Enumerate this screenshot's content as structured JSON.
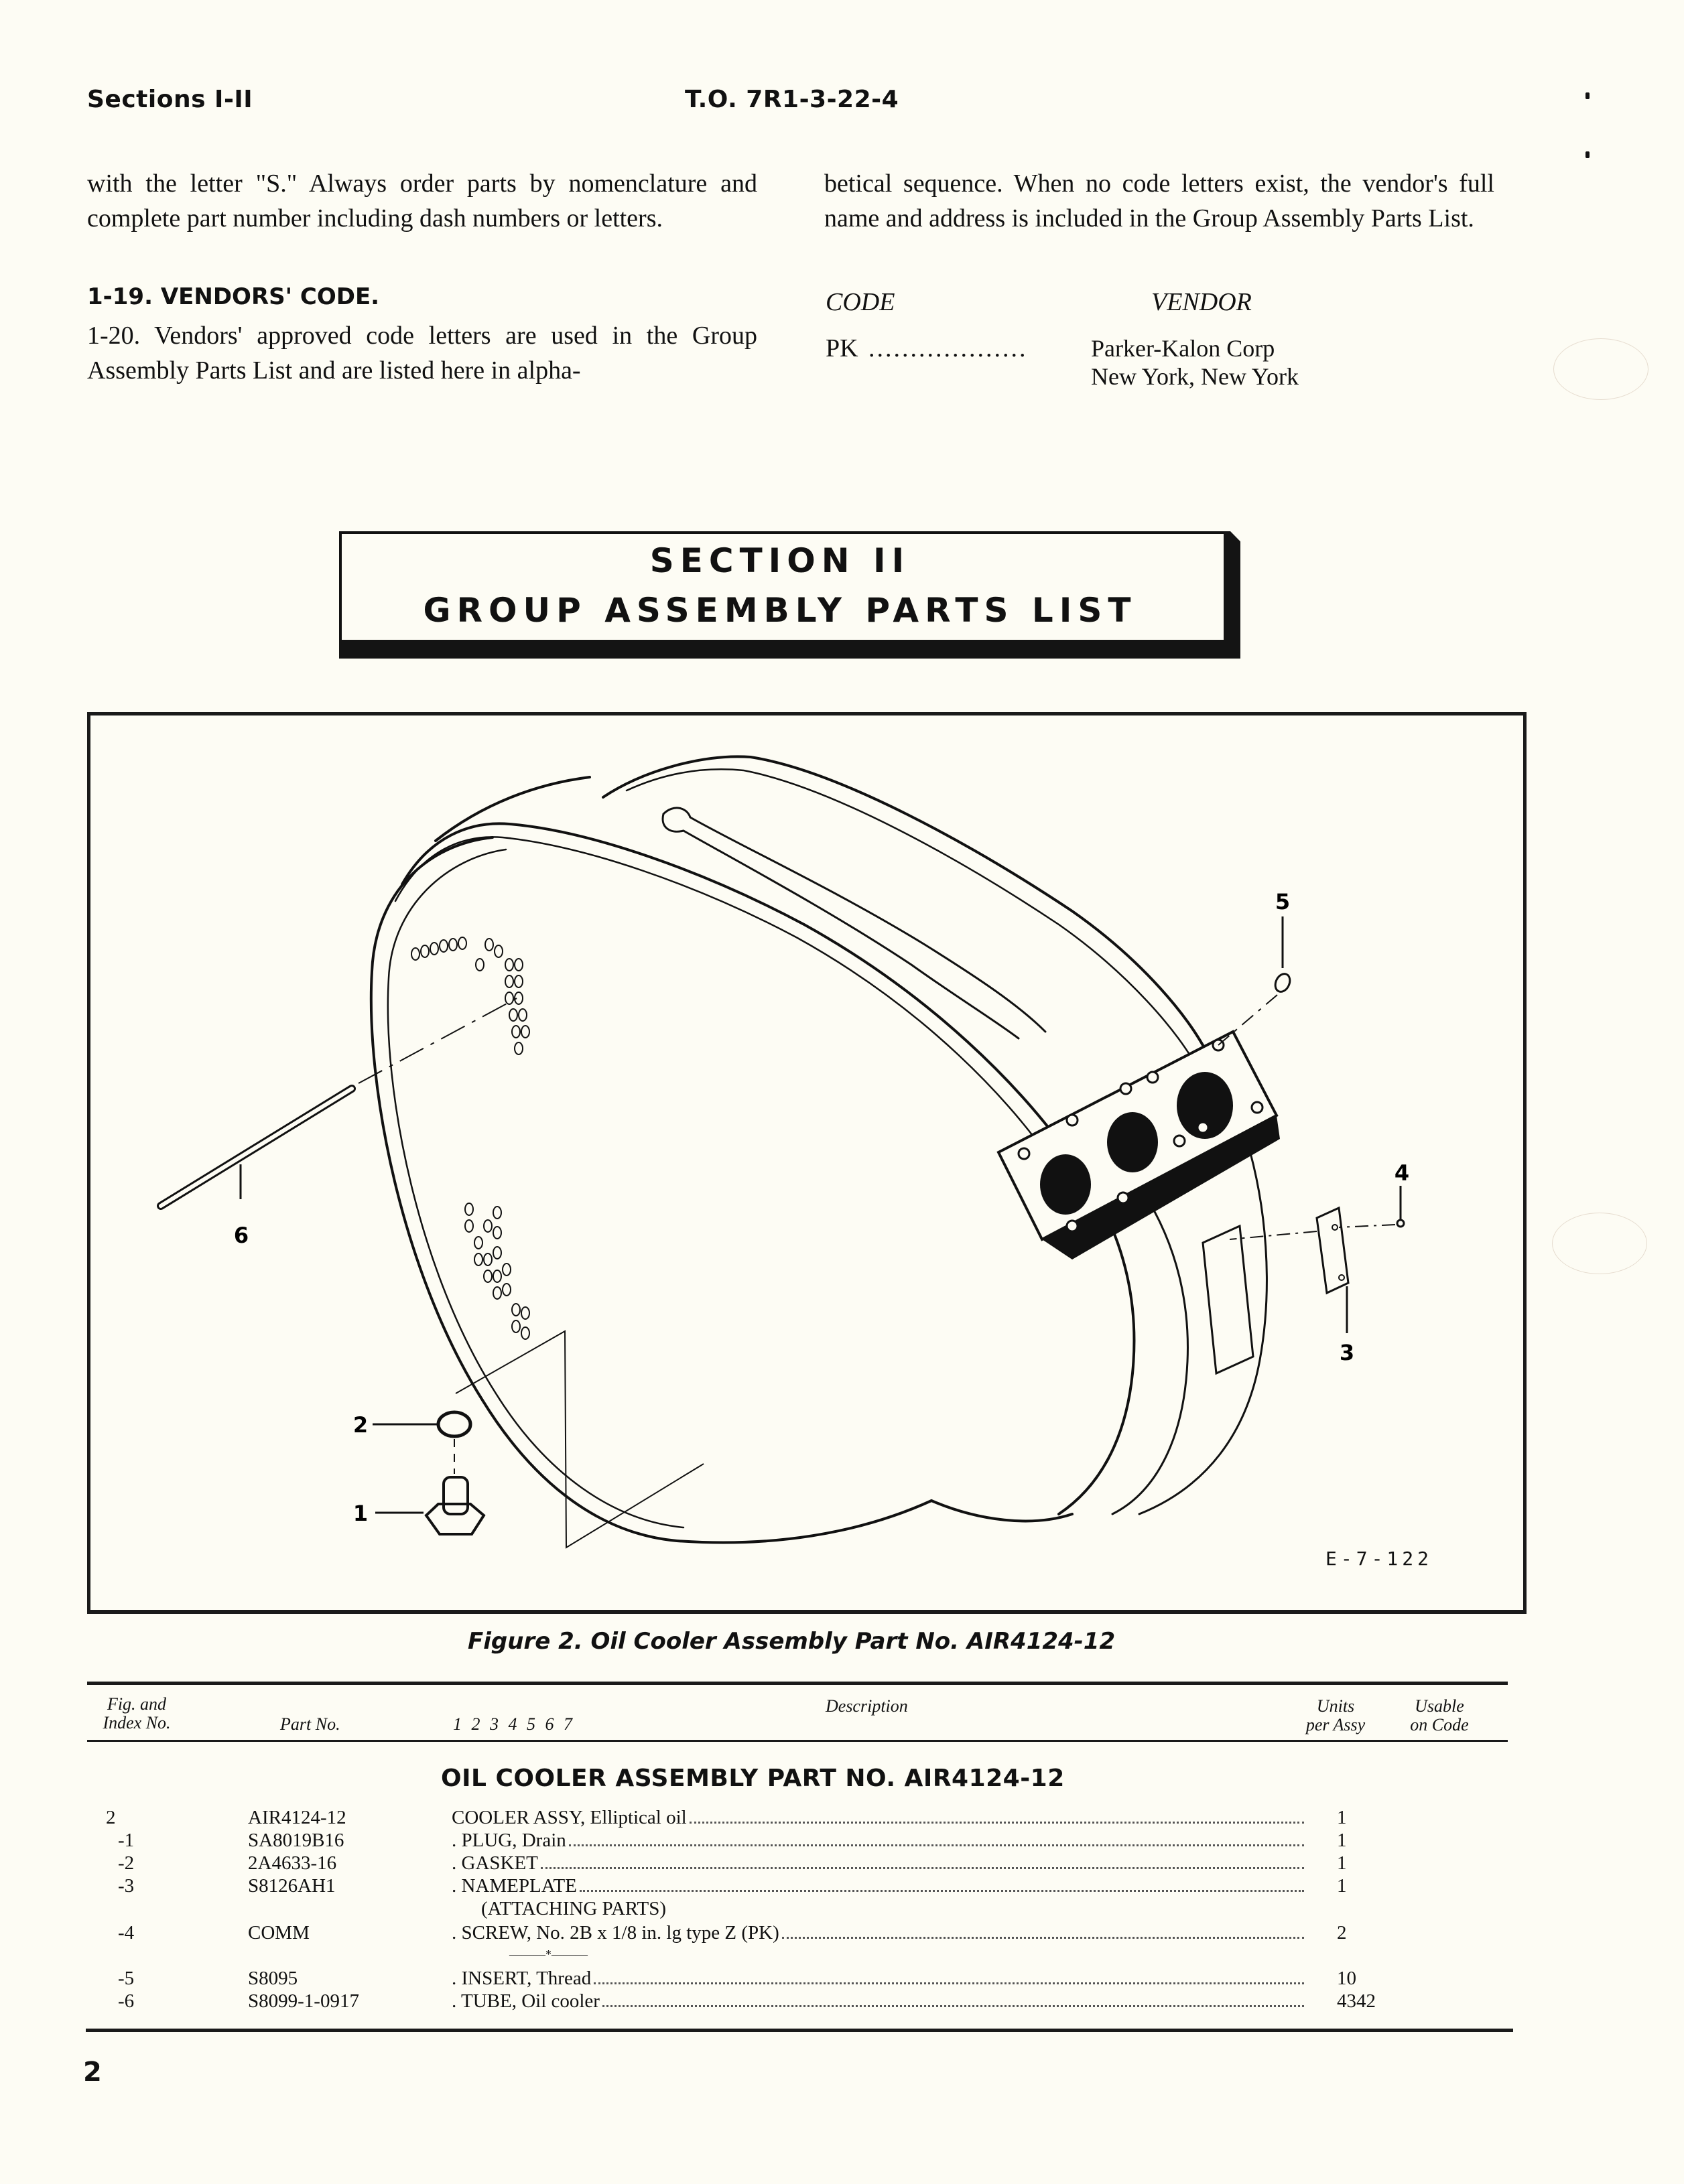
{
  "header": {
    "left": "Sections I-II",
    "center": "T.O. 7R1-3-22-4"
  },
  "intro": {
    "left_col": {
      "para_continued": "with the letter \"S.\" Always order parts by nomenclature and complete part number including dash numbers or letters.",
      "heading": "1-19. VENDORS' CODE.",
      "para_1_20": "1-20. Vendors' approved code letters are used in the Group Assembly Parts List and are listed here in alpha-"
    },
    "right_col": {
      "para_continued": "betical sequence. When no code letters exist, the vendor's full name and address is included in the Group Assembly Parts List.",
      "code_header": "CODE",
      "vendor_header": "VENDOR",
      "vendors": [
        {
          "code": "PK",
          "leader": "...................",
          "name": "Parker-Kalon Corp",
          "address": "New York, New York"
        }
      ]
    }
  },
  "section": {
    "line1": "SECTION II",
    "line2": "GROUP ASSEMBLY PARTS LIST"
  },
  "figure": {
    "callouts": [
      "1",
      "2",
      "3",
      "4",
      "5",
      "6"
    ],
    "drawing_id": "E-7-122",
    "caption": "Figure 2.  Oil Cooler Assembly Part No. AIR4124-12"
  },
  "table": {
    "headers": {
      "fig_index_1": "Fig. and",
      "fig_index_2": "Index No.",
      "part_no": "Part No.",
      "indent_levels": "1 2 3 4 5 6 7",
      "description": "Description",
      "units_1": "Units",
      "units_2": "per Assy",
      "usable_1": "Usable",
      "usable_2": "on Code"
    },
    "assembly_title": "OIL COOLER ASSEMBLY PART NO. AIR4124-12",
    "rows": [
      {
        "index": "2",
        "part_no": "AIR4124-12",
        "description": "COOLER ASSY, Elliptical oil",
        "units": "1"
      },
      {
        "index": "-1",
        "part_no": "SA8019B16",
        "description": ".  PLUG, Drain",
        "units": "1"
      },
      {
        "index": "-2",
        "part_no": "2A4633-16",
        "description": ".  GASKET",
        "units": "1"
      },
      {
        "index": "-3",
        "part_no": "S8126AH1",
        "description": ".  NAMEPLATE",
        "units": "1"
      },
      {
        "index": "",
        "part_no": "",
        "description": "(ATTACHING PARTS)",
        "units": ""
      },
      {
        "index": "-4",
        "part_no": "COMM",
        "description": ".  SCREW, No. 2B x 1/8 in. lg type Z (PK)",
        "units": "2"
      },
      {
        "index": "",
        "part_no": "",
        "description": "———*———",
        "units": ""
      },
      {
        "index": "-5",
        "part_no": "S8095",
        "description": ".  INSERT, Thread",
        "units": "10"
      },
      {
        "index": "-6",
        "part_no": "S8099-1-0917",
        "description": ".  TUBE, Oil cooler",
        "units": "4342"
      }
    ]
  },
  "footer": {
    "page_number": "2"
  }
}
